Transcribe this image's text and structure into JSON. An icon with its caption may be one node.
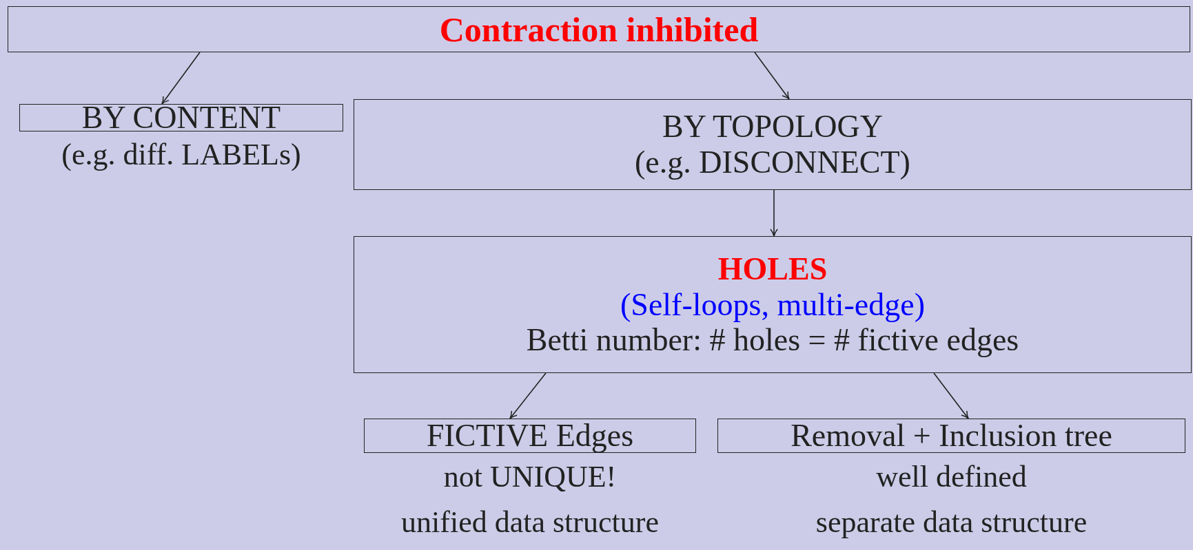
{
  "diagram": {
    "nodes": [
      {
        "text": [
          "Contraction inhibited"
        ]
      },
      {
        "text": [
          "BY CONTENT"
        ],
        "beside": [
          "(e.g. diff. LABELs)"
        ]
      },
      {
        "text": [
          "BY TOPOLOGY",
          "(e.g. DISCONNECT)"
        ]
      },
      {
        "text": [
          "HOLES",
          "(Self-loops, multi-edge)",
          "Betti number: # holes = # fictive edges"
        ]
      },
      {
        "text": [
          "FICTIVE Edges"
        ],
        "beside": [
          "not UNIQUE!",
          "unified data structure"
        ]
      },
      {
        "text": [
          "Removal + Inclusion tree"
        ],
        "beside": [
          "well defined",
          "separate data structure"
        ]
      }
    ],
    "edges": [
      {
        "from": 0,
        "to": 1,
        "arrow": "to"
      },
      {
        "from": 0,
        "to": 2,
        "arrow": "to"
      },
      {
        "from": 2,
        "to": 3,
        "arrow": "to"
      },
      {
        "from": 3,
        "to": 4,
        "arrow": "to"
      },
      {
        "from": 3,
        "to": 5,
        "arrow": "to"
      }
    ]
  }
}
